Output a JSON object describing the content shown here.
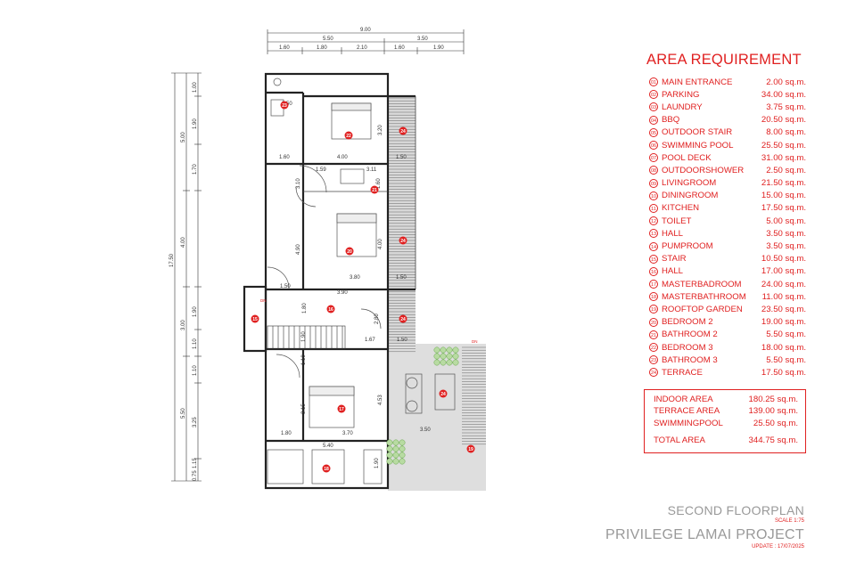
{
  "plan": {
    "top_dims": {
      "overall": "9.00",
      "row2": [
        "5.50",
        "3.50"
      ],
      "row3": [
        "1.60",
        "1.80",
        "2.10",
        "1.60",
        "1.90"
      ]
    },
    "left_dims": {
      "overall": "17.50",
      "outer": [
        "5.00",
        "4.00",
        "3.00",
        "5.50"
      ],
      "inner": [
        "1.00",
        "1.90",
        "1.70",
        "1.90",
        "1.10",
        "1.10",
        "3.25",
        "1.15",
        "0.75"
      ]
    },
    "room_dims": [
      "2.50",
      "3.20",
      "4.00",
      "1.60",
      "1.50",
      "1.59",
      "3.11",
      "3.10",
      "1.60",
      "4.90",
      "4.00",
      "3.80",
      "1.50",
      "1.50",
      "3.90",
      "1.80",
      "2.80",
      "1.50",
      "1.67",
      "1.90",
      "1.10",
      "3.15",
      "4.53",
      "1.80",
      "3.70",
      "3.50",
      "5.40",
      "1.90"
    ],
    "markers": [
      "22",
      "20",
      "23",
      "21",
      "18",
      "19",
      "17",
      "16",
      "15",
      "24",
      "24",
      "24",
      "24"
    ],
    "dn_labels": [
      "DN",
      "DN"
    ]
  },
  "area": {
    "title": "AREA REQUIREMENT",
    "items": [
      {
        "no": "01",
        "name": "MAIN ENTRANCE",
        "area": "2.00 sq.m."
      },
      {
        "no": "02",
        "name": "PARKING",
        "area": "34.00 sq.m."
      },
      {
        "no": "03",
        "name": "LAUNDRY",
        "area": "3.75 sq.m."
      },
      {
        "no": "04",
        "name": "BBQ",
        "area": "20.50 sq.m."
      },
      {
        "no": "05",
        "name": "OUTDOOR STAIR",
        "area": "8.00 sq.m."
      },
      {
        "no": "06",
        "name": "SWIMMING POOL",
        "area": "25.50 sq.m."
      },
      {
        "no": "07",
        "name": "POOL DECK",
        "area": "31.00 sq.m."
      },
      {
        "no": "08",
        "name": "OUTDOORSHOWER",
        "area": "2.50 sq.m."
      },
      {
        "no": "09",
        "name": "LIVINGROOM",
        "area": "21.50 sq.m."
      },
      {
        "no": "10",
        "name": "DININGROOM",
        "area": "15.00 sq.m."
      },
      {
        "no": "11",
        "name": "KITCHEN",
        "area": "17.50 sq.m."
      },
      {
        "no": "12",
        "name": "TOILET",
        "area": "5.00 sq.m."
      },
      {
        "no": "13",
        "name": "HALL",
        "area": "3.50 sq.m."
      },
      {
        "no": "14",
        "name": "PUMPROOM",
        "area": "3.50 sq.m."
      },
      {
        "no": "15",
        "name": "STAIR",
        "area": "10.50 sq.m."
      },
      {
        "no": "16",
        "name": "HALL",
        "area": "17.00 sq.m."
      },
      {
        "no": "17",
        "name": "MASTERBADROOM",
        "area": "24.00 sq.m."
      },
      {
        "no": "18",
        "name": "MASTERBATHROOM",
        "area": "11.00 sq.m."
      },
      {
        "no": "19",
        "name": "ROOFTOP GARDEN",
        "area": "23.50 sq.m."
      },
      {
        "no": "20",
        "name": "BEDROOM 2",
        "area": "19.00 sq.m."
      },
      {
        "no": "21",
        "name": "BATHROOM 2",
        "area": "5.50 sq.m."
      },
      {
        "no": "22",
        "name": "BEDROOM 3",
        "area": "18.00 sq.m."
      },
      {
        "no": "23",
        "name": "BATHROOM 3",
        "area": "5.50 sq.m."
      },
      {
        "no": "24",
        "name": "TERRACE",
        "area": "17.50 sq.m."
      }
    ],
    "summary": [
      {
        "name": "INDOOR AREA",
        "area": "180.25 sq.m."
      },
      {
        "name": "TERRACE AREA",
        "area": "139.00 sq.m."
      },
      {
        "name": "SWIMMINGPOOL",
        "area": "25.50 sq.m."
      }
    ],
    "total": {
      "name": "TOTAL AREA",
      "area": "344.75 sq.m."
    }
  },
  "title_block": {
    "floor_name": "SECOND FLOORPLAN",
    "scale": "SCALE 1:75",
    "project_name": "PRIVILEGE LAMAI PROJECT",
    "update": "UPDATE : 17/07/2025"
  }
}
